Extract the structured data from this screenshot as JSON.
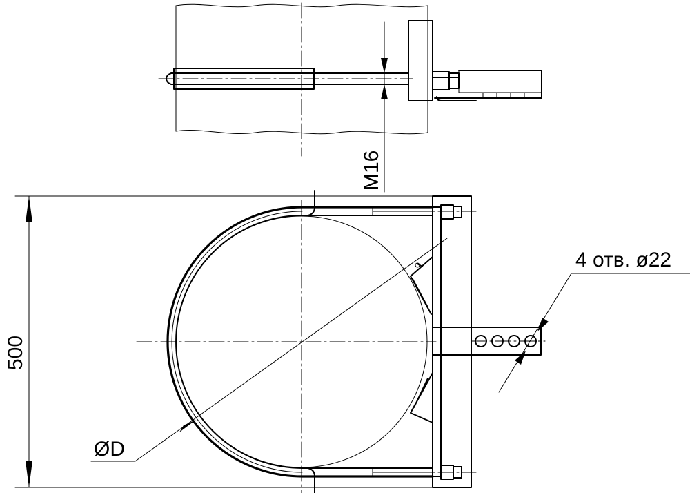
{
  "drawing": {
    "labels": {
      "height_dim": "500",
      "thread_dim": "M16",
      "holes_note": "4 отв. ø22",
      "diameter_dim": "ØD"
    }
  }
}
